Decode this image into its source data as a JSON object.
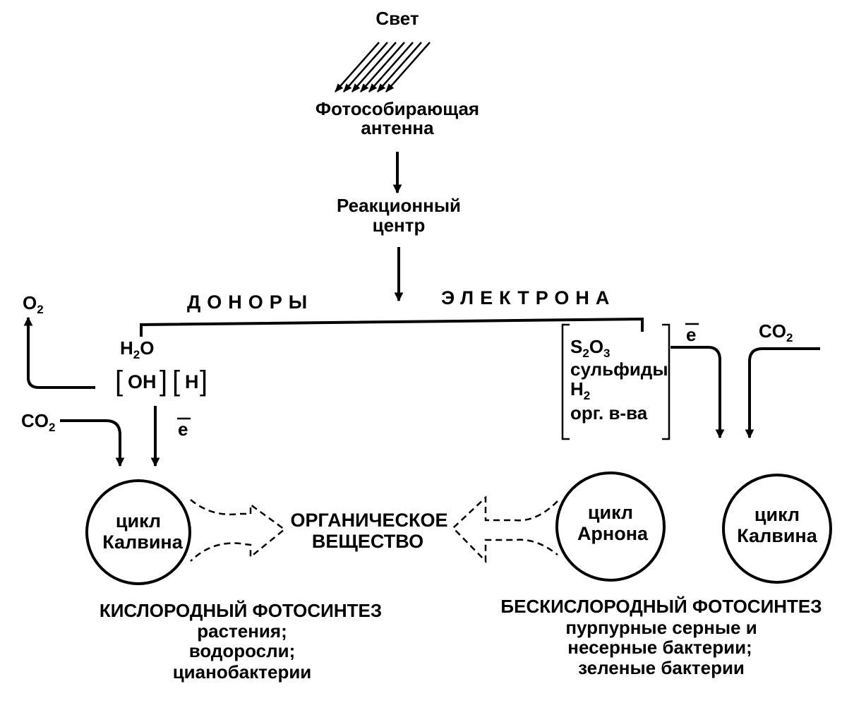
{
  "light": "Свет",
  "antenna": {
    "line1": "Фотособирающая",
    "line2": "антенна"
  },
  "reaction_center": {
    "line1": "Реакционный",
    "line2": "центр"
  },
  "donors_header": {
    "left": "ДОНОРЫ",
    "right": "ЭЛЕКТРОНА"
  },
  "left_branch": {
    "o2": "O",
    "o2_sub": "2",
    "h2o_h": "H",
    "h2o_sub": "2",
    "h2o_o": "O",
    "oh": "OH",
    "h": "H",
    "co2": "CO",
    "co2_sub": "2",
    "electron": "e"
  },
  "right_branch": {
    "s2o3_s": "S",
    "s2o3_s_sub": "2",
    "s2o3_o": "O",
    "s2o3_o_sub": "3",
    "sulfides": "сульфиды",
    "h2_h": "H",
    "h2_sub": "2",
    "organics": "орг. в-ва",
    "electron": "e",
    "co2": "CO",
    "co2_sub": "2"
  },
  "cycles": {
    "calvin_left": {
      "line1": "цикл",
      "line2": "Калвина"
    },
    "arnon": {
      "line1": "цикл",
      "line2": "Арнона"
    },
    "calvin_right": {
      "line1": "цикл",
      "line2": "Калвина"
    }
  },
  "organic_matter": {
    "line1": "ОРГАНИЧЕСКОЕ",
    "line2": "ВЕЩЕСТВО"
  },
  "oxygenic": {
    "title": "КИСЛОРОДНЫЙ ФОТОСИНТЕЗ",
    "line1": "растения;",
    "line2": "водоросли;",
    "line3": "цианобактерии"
  },
  "anoxygenic": {
    "title": "БЕСКИСЛОРОДНЫЙ ФОТОСИНТЕЗ",
    "line1": "пурпурные серные и",
    "line2": "несерные бактерии;",
    "line3": "зеленые бактерии"
  }
}
